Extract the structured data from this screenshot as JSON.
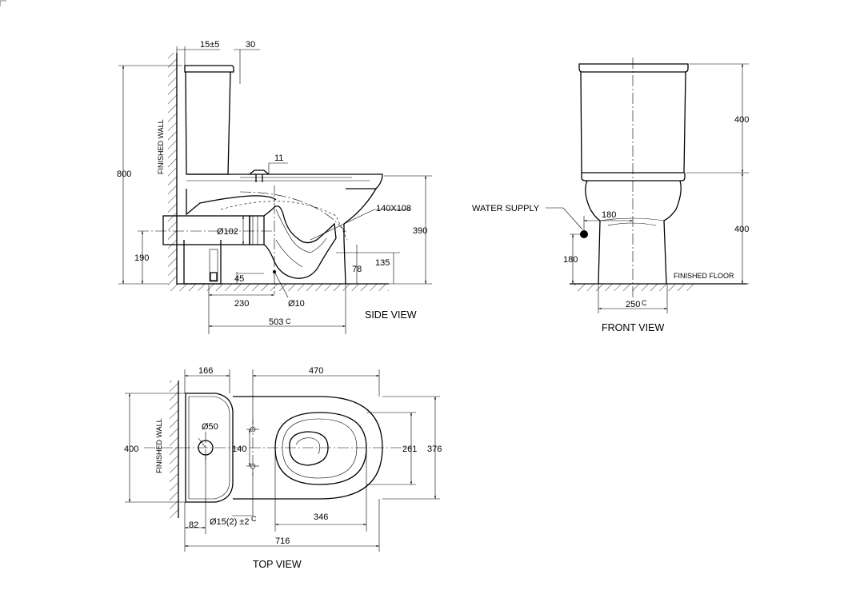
{
  "views": {
    "side": "SIDE VIEW",
    "front": "FRONT VIEW",
    "top": "TOP VIEW"
  },
  "labels": {
    "finished_wall": "FINISHED WALL",
    "finished_floor": "FINISHED FLOOR",
    "water_supply": "WATER SUPPLY"
  },
  "side_dims": {
    "d15": "15±5",
    "d30": "30",
    "d11": "11",
    "d800": "800",
    "d390": "390",
    "d140x108": "140X108",
    "d102": "Ø102",
    "d190": "190",
    "d135": "135",
    "d78": "78",
    "d45": "45",
    "d230": "230",
    "d10": "Ø10",
    "d503": "503",
    "c": "C"
  },
  "front_dims": {
    "d400a": "400",
    "d400b": "400",
    "d180a": "180",
    "d180b": "180",
    "d250": "250"
  },
  "top_dims": {
    "d166": "166",
    "d470": "470",
    "d50": "Ø50",
    "d400": "400",
    "d140": "140",
    "d261": "261",
    "d376": "376",
    "d82": "82",
    "d15": "Ø15(2) ±2",
    "d346": "346",
    "d716": "716"
  }
}
